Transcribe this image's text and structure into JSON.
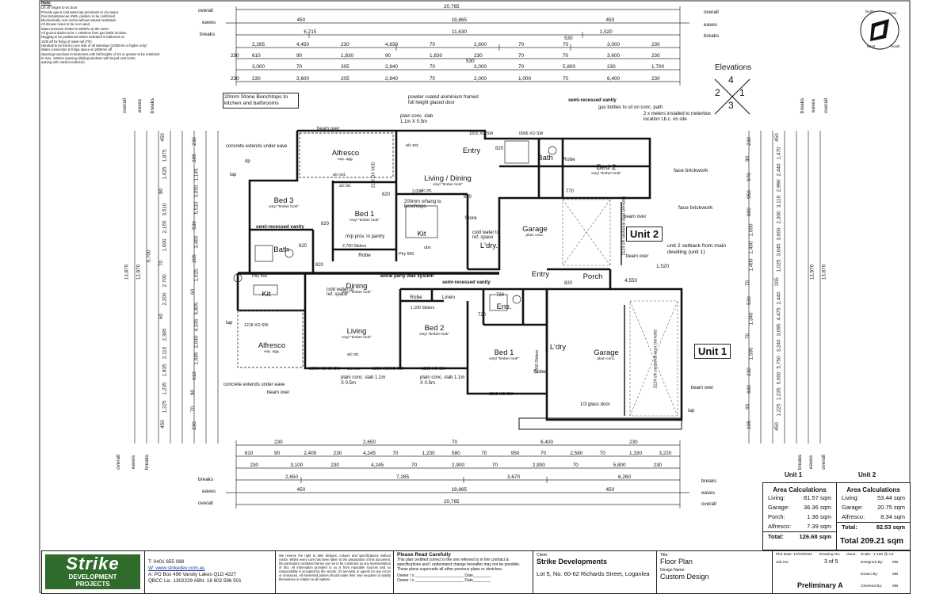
{
  "notes": {
    "title": "Note:",
    "items": [
      "Lift off hinges to wc door",
      "Provide gas & cold water tap provisions to c/w space",
      "Gas Instantaneous HWS, position to be confirmed",
      "Mechanically vent rooms without natural ventilation",
      "All shower roses to be AAA rated",
      "Water pressure limited to 500kPa at the meter",
      "All ground drains to be > 1000mm from gas bottle location",
      "Nogging to be positioned where indicated in bathroom at",
      "1100 aff for fixing of towel rail (TR)",
      "Handrail to be fixed to one side of all stairways (1000mm or higher only)",
      "Water connection to fridge space at 1900mm aff",
      "Openings windows to bedrooms with fall heights of 2m or greater to be restricted",
      "to max. 125mm opening (Sliding windows with keyed vent locks;",
      "awning with ratchet restrictor)"
    ]
  },
  "top_dims": {
    "overall_label": "overall",
    "overall": "20,765",
    "eaves_label": "eaves",
    "eaves": [
      "450",
      "19,865",
      "450"
    ],
    "breaks_label": "breaks",
    "breaks": [
      "6,715",
      "11,630",
      "1,520"
    ],
    "row4": [
      "2,265",
      "4,450",
      "230",
      "4,830",
      "70",
      "2,600",
      "70",
      "70",
      "3,000",
      "230"
    ],
    "row4_extra": "530",
    "row5": [
      "610",
      "90",
      "1,830",
      "90",
      "1,830",
      "230",
      "70",
      "70",
      "3,600",
      "230"
    ],
    "row6": [
      "3,000",
      "70",
      "205",
      "2,840",
      "70",
      "3,000",
      "70",
      "5,800",
      "230",
      "1,700"
    ],
    "row6_extra": "530",
    "row7": [
      "230",
      "3,600",
      "205",
      "2,840",
      "70",
      "2,000",
      "1,000",
      "70",
      "6,400",
      "230"
    ],
    "row5_first": "230",
    "row7_first": "230"
  },
  "bottom_dims": {
    "row1": [
      "230",
      "2,650",
      "70",
      "6,400",
      "230"
    ],
    "row2": [
      "610",
      "90",
      "2,400",
      "230",
      "4,245",
      "70",
      "1,230",
      "580",
      "70",
      "950",
      "70",
      "2,580",
      "70",
      "1,330",
      "3,220"
    ],
    "row3": [
      "230",
      "3,100",
      "230",
      "4,245",
      "70",
      "2,900",
      "70",
      "2,900",
      "70",
      "5,800",
      "230"
    ],
    "breaks_label": "breaks",
    "breaks": [
      "2,650",
      "7,285",
      "3,670",
      "6,260"
    ],
    "eaves_label": "eaves",
    "eaves": [
      "450",
      "19,865",
      "450"
    ],
    "overall_label": "overall",
    "overall": "20,765"
  },
  "left_dims": {
    "overall": "13,870",
    "eaves": "12,970",
    "breaks_a": "6,700",
    "vals": [
      "450",
      "1,875",
      "1,625",
      "90",
      "3,510",
      "2,165",
      "1,600",
      "70",
      "2,700",
      "2,200",
      "60",
      "2,385",
      "2,110",
      "1,935",
      "1,235",
      "1,225",
      "450"
    ],
    "inner": [
      "230",
      "205",
      "1,145",
      "3,055",
      "5,510",
      "530",
      "3,460",
      "205",
      "1,025",
      "60",
      "5,805",
      "4,335",
      "2,640",
      "1,685",
      "610",
      "90",
      "70",
      "230"
    ]
  },
  "right_dims": {
    "overall": "13,870",
    "eaves": "12,970",
    "vals": [
      "450",
      "1,470",
      "2,440",
      "2,990",
      "3,110",
      "2,300",
      "3,000",
      "3,045",
      "1,025",
      "205",
      "2,440",
      "4,475",
      "3,095",
      "3,240",
      "5,750",
      "6,000",
      "1,235",
      "1,225",
      "450"
    ],
    "inner": [
      "230",
      "90",
      "970",
      "950",
      "800",
      "1,000",
      "1,460",
      "1,400",
      "70",
      "530",
      "1,340",
      "70",
      "1,595",
      "230",
      "600",
      "60",
      "205"
    ]
  },
  "side_labels": {
    "overall": "overall",
    "eaves": "eaves",
    "breaks": "breaks"
  },
  "elevations": {
    "title": "Elevations",
    "n": [
      "4",
      "1",
      "3",
      "2"
    ]
  },
  "compass": {
    "n": "North",
    "e": "East",
    "s": "South",
    "w": "West"
  },
  "callouts": {
    "benchtops": "20mm Stone Benchtops to kitchen and bathrooms",
    "alum_door": "powder coated aluminium framed full height glazed door",
    "semi_vanity_top": "semi-recessed vanity",
    "gas_bottles": "gas bottles to sit on conc. path",
    "meterbox": "2 x meters installed to meterbox location t.b.c. on site",
    "face_brick_1": "face brickwork",
    "face_brick_2": "face brickwork",
    "beam_over_1": "beam over",
    "beam_over_2": "beam over",
    "beam_over_3": "beam over",
    "beam_over_4": "beam over",
    "beam_over_5": "beam over",
    "concrete_eave_1": "concrete extends under eave",
    "concrete_eave_2": "concrete extends under eave",
    "plain_slab_top": "plain conc. slab 1.1m X 0.5m",
    "plain_slab_b1": "plain conc. slab 1.1m X 0.5m",
    "plain_slab_b2": "plain conc. slab 1.1m X 0.5m",
    "setback": "unit 2 setback from main dwelling (unit 1)",
    "setback_dim": "1,520",
    "porch_dim": "4,550",
    "boral": "Boral party wall system",
    "semi_vanity_mid": "semi-recessed vanity",
    "semi_vanity_left": "semi-recessed vanity",
    "glass_door": "1/3 glass door",
    "overhang": "200mm o/hang to benchtops",
    "cold_water_1": "cold water to ref. space",
    "cold_water_2": "cold water to ref. space",
    "mp_prov": "m/p prov. in pantry",
    "tap1": "tap",
    "tap2": "tap",
    "tap3": "tap",
    "dp": "dp"
  },
  "rooms": {
    "alfresco_top": {
      "name": "Alfresco",
      "sub": "exp. agg."
    },
    "entry_top": {
      "name": "Entry"
    },
    "living_dining": {
      "name": "Living / Dining",
      "sub": "vinyl \"timber look\""
    },
    "bath_top": {
      "name": "Bath"
    },
    "bed2_top": {
      "name": "Bed 2",
      "sub": "vinyl \"timber look\""
    },
    "bed3": {
      "name": "Bed 3",
      "sub": "vinyl \"timber look\""
    },
    "bed1_top": {
      "name": "Bed 1",
      "sub": "vinyl \"timber look\""
    },
    "kit_top": {
      "name": "Kit"
    },
    "store": {
      "name": "Store"
    },
    "ldry_top": {
      "name": "L'dry."
    },
    "garage_top": {
      "name": "Garage",
      "sub": "plain conc."
    },
    "bath_left": {
      "name": "Bath"
    },
    "robe_top": {
      "name": "Robe"
    },
    "dining": {
      "name": "Dining",
      "sub": "vinyl \"timber look\""
    },
    "kit_left": {
      "name": "Kit"
    },
    "living": {
      "name": "Living",
      "sub": "vinyl \"timber look\""
    },
    "alfresco_bottom": {
      "name": "Alfresco",
      "sub": "exp. agg."
    },
    "entry_bottom": {
      "name": "Entry"
    },
    "porch": {
      "name": "Porch"
    },
    "bed2_bottom": {
      "name": "Bed 2",
      "sub": "vinyl \"timber look\""
    },
    "ens": {
      "name": "Ens."
    },
    "bed1_bottom": {
      "name": "Bed 1",
      "sub": "vinyl \"timber look\""
    },
    "ldry_bottom": {
      "name": "L'dry"
    },
    "garage_bottom": {
      "name": "Garage",
      "sub": "plain conc."
    },
    "robe_a": {
      "name": "Robe"
    },
    "robe_b": {
      "name": "Robe"
    },
    "robe_c": {
      "name": "Robe"
    },
    "linen": {
      "name": "Linen"
    }
  },
  "openings": {
    "w1815": "1815 XO SW",
    "w0906": "0906 XO SW",
    "w2115": "2115 OX SGD",
    "w1218a": "1218 XO SW",
    "w1809a": "1809 XO/XO SW",
    "w1809b": "1809 XO/XO SW",
    "w1215": "1215 XO SW",
    "w1218b": "1218 XO SW",
    "ac1": "a/c ext.",
    "ac2": "a/c int.",
    "ac3": "a/c int.",
    "ac4": "a/c ext.",
    "ac5": "a/c ext.",
    "ac6": "a/c int.",
    "d820": [
      "820",
      "820",
      "820",
      "820",
      "820",
      "820",
      "720",
      "720",
      "770",
      "820"
    ],
    "sliders1": "2,700 Sliders",
    "sliders2": "1,100 Sliders",
    "sliders3": "1,500 Sliders",
    "sectional1": "2124 c/h sectional door (remote)",
    "sectional2": "2124 c/h sectional door (remote)",
    "k2000": "2,000",
    "kit_bench": "ubo",
    "ptry": "Ptry 600",
    "ptry2": "Ptry 450"
  },
  "units": {
    "unit1": "Unit 1",
    "unit2": "Unit 2"
  },
  "area": {
    "unit1": {
      "label": "Unit 1",
      "title": "Area Calculations",
      "rows": [
        {
          "k": "Living:",
          "v": "81.57 sqm"
        },
        {
          "k": "Garage:",
          "v": "36.36 sqm"
        },
        {
          "k": "Porch:",
          "v": "1.36 sqm"
        },
        {
          "k": "Alfresco:",
          "v": "7.39 sqm"
        }
      ],
      "total_k": "Total:",
      "total_v": "126.68 sqm"
    },
    "unit2": {
      "label": "Unit 2",
      "title": "Area Calculations",
      "rows": [
        {
          "k": "Living:",
          "v": "53.44 sqm"
        },
        {
          "k": "Garage:",
          "v": "20.75 sqm"
        },
        {
          "k": "Alfresco:",
          "v": "8.34 sqm"
        }
      ],
      "total_k": "Total:",
      "total_v": "82.53 sqm"
    },
    "grand_total": "Total 209.21 sqm"
  },
  "title_block": {
    "logo1": "Strike",
    "logo2": "DEVELOPMENT",
    "logo3": "PROJECTS",
    "contact": [
      "T: 0401 655 088",
      "W: www.strikedev.com.au",
      "A: PO Box 496 Varsity Lakes QLD 4227",
      "QBCC Lic. 1302229      ABN: 18 602 596 501"
    ],
    "disclaimer": "We reserve the right to alter designs, colours and specifications without notice. Whilst every care has been taken in the preparation of this document, the particulars contained herein are not to be construed as any representation of fact. All information provided to us is from reputable sources and no responsibility is accepted by the vendor, it's servants or agents for any errors or omissions. All interested parties should make their own enquiries to satisfy themselves in relation to all matters.",
    "read_title": "Please Read Carefully",
    "read_body": "This plan certified correct is the one referred to in the contract & specifications and I understand change hereafter may not be possible. These plans supercede all other previous plans or sketches.",
    "owner1": "Owner / s ______________________ Date________",
    "owner2": "Owner / s ______________________ Date________",
    "client_label": "Client:",
    "client": "Strike Developments",
    "address": "Lot 5, No. 60-62 Richards Street, Loganlea",
    "title_label": "Title:",
    "title": "Floor Plan",
    "design_label": "Design Name:",
    "design": "Custom Design",
    "plot_date_label": "Plot Date:",
    "plot_date": "14/10/2021",
    "drawing_no_label": "Drawing No:",
    "drawing_no": "3 of 5",
    "issue_label": "Issue:",
    "scale_label": "Scale:",
    "scale": "1:100 @ A3",
    "job_label": "Job No:",
    "designed_by_label": "Designed By:",
    "designed_by": "MB",
    "drawn_by_label": "Drawn By:",
    "drawn_by": "MB",
    "checked_by_label": "Checked By:",
    "checked_by": "MB",
    "status": "Preliminary A"
  }
}
